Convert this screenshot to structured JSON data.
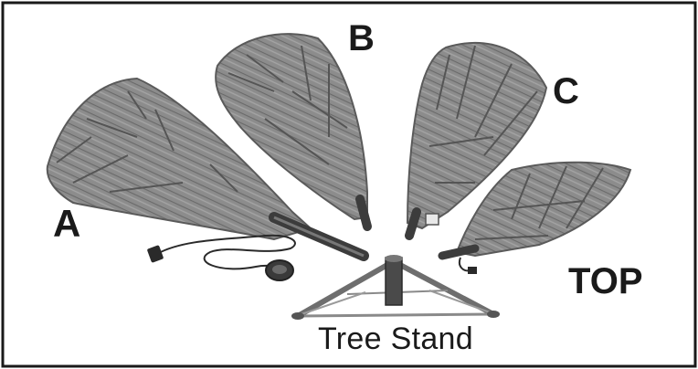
{
  "labels": {
    "section_a": "A",
    "section_b": "B",
    "section_c": "C",
    "section_top": "TOP",
    "stand": "Tree Stand"
  },
  "colors": {
    "border": "#1a1a1a",
    "foliage": "#8a8a8a",
    "foliage_dark": "#5a5a5a",
    "pole": "#444444",
    "stand_metal": "#6e6e6e",
    "text": "#1a1a1a"
  },
  "parts": [
    {
      "id": "A",
      "description_icon": "tree-section-icon"
    },
    {
      "id": "B",
      "description_icon": "tree-section-icon"
    },
    {
      "id": "C",
      "description_icon": "tree-section-icon"
    },
    {
      "id": "TOP",
      "description_icon": "tree-section-icon"
    },
    {
      "id": "stand",
      "description_icon": "tree-stand-icon"
    }
  ]
}
